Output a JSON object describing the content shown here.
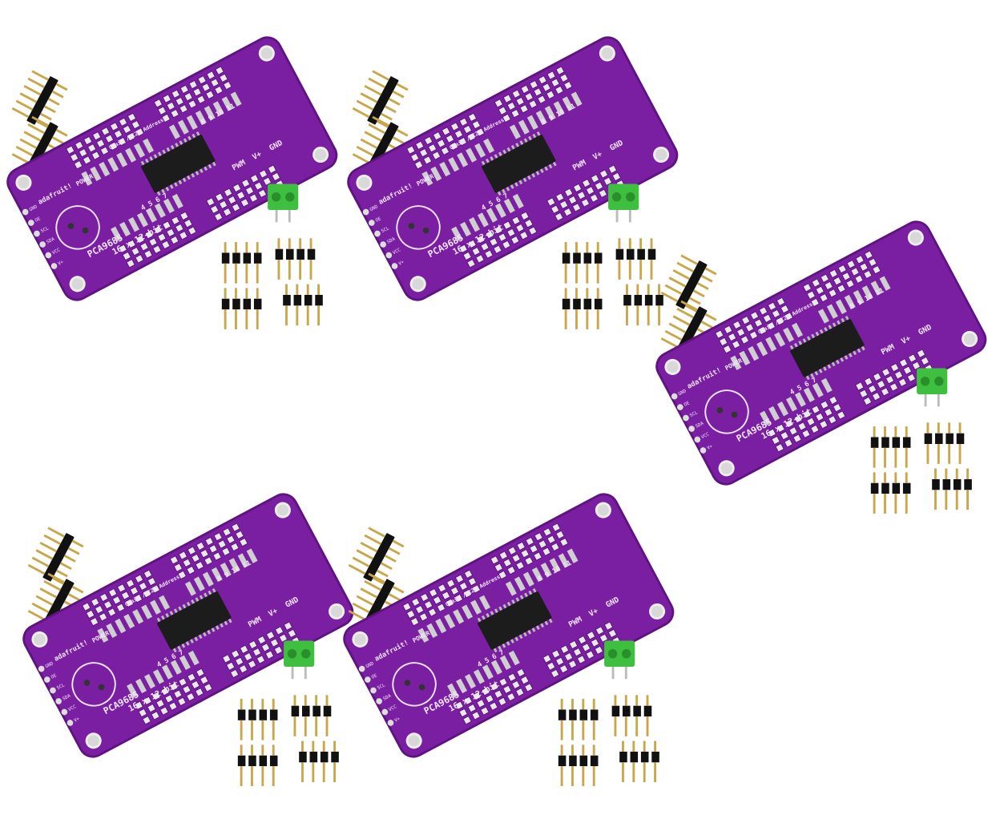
{
  "board": {
    "brand": "adafruit!",
    "chip": "PCA9685",
    "spec": "16 x 12-bit",
    "pwm": "PWM",
    "vplus": "V+",
    "gnd": "GND",
    "power": "POWER",
    "header_pins": [
      "GND",
      "OE",
      "SCL",
      "SDA",
      "VCC",
      "V+"
    ],
    "channel_top": "8 9 10 11",
    "channel_mid": "4 5 6 7",
    "address": "Chain / I2C Address"
  },
  "colors": {
    "pcb": "#7b1fa2",
    "pcb_dark": "#5e1380",
    "silk": "#f3e6ff",
    "chip": "#1c1c1c",
    "terminal": "#3fbf3f",
    "pin_gold": "#c9a64a",
    "pin_black": "#111111"
  },
  "kits": [
    {
      "id": "kit-1"
    },
    {
      "id": "kit-2"
    },
    {
      "id": "kit-3"
    },
    {
      "id": "kit-4"
    },
    {
      "id": "kit-5"
    }
  ]
}
